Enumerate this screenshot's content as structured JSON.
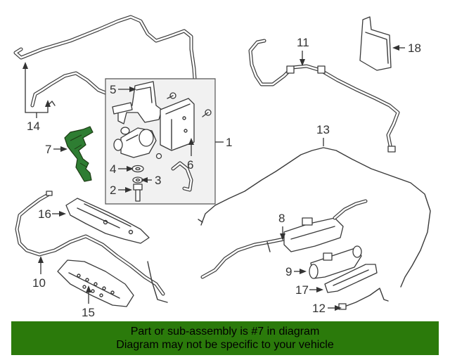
{
  "callouts": {
    "c1": "1",
    "c2": "2",
    "c3": "3",
    "c4": "4",
    "c5": "5",
    "c6": "6",
    "c7": "7",
    "c8": "8",
    "c9": "9",
    "c10": "10",
    "c11": "11",
    "c12": "12",
    "c13": "13",
    "c14": "14",
    "c15": "15",
    "c16": "16",
    "c17": "17",
    "c18": "18"
  },
  "highlight": {
    "part": "7",
    "color": "#2e7d32"
  },
  "banner": {
    "line1": "Part or sub-assembly is #7 in diagram",
    "line2": "Diagram may not be specific to your vehicle",
    "color": "#2b7a0b"
  }
}
